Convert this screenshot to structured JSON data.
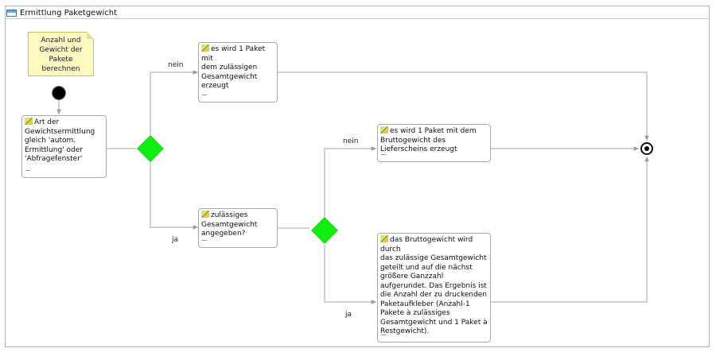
{
  "diagram": {
    "title": "Ermittlung Paketgewicht",
    "note": "Anzahl und\nGewicht der\nPakete\nberechnen",
    "tasks": {
      "art": "Art der\nGewichtsermittlung\ngleich 'autom.\nErmittlung' oder\n'Abfragefenster'",
      "paket_zul": "es wird 1 Paket mit\ndem zulässigen\nGesamtgewicht\nerzeugt",
      "zul_angegeben": "zulässiges\nGesamtgewicht\nangegeben?",
      "paket_brutto": "es wird 1 Paket mit dem\nBruttogewicht des\nLieferscheins erzeugt",
      "bruttogewicht": "das Bruttogewicht wird durch\ndas zulässige Gesamtgewicht\ngeteilt und auf die nächst\ngrößere Ganzzahl\naufgerundet. Das Ergebnis ist\ndie Anzahl der zu druckenden\nPaketaufkleber (Anzahl-1\nPakete à zulässiges\nGesamtgewicht und 1 Paket à\nRestgewicht)."
    },
    "labels": {
      "nein1": "nein",
      "ja1": "ja",
      "nein2": "nein",
      "ja2": "ja"
    }
  }
}
